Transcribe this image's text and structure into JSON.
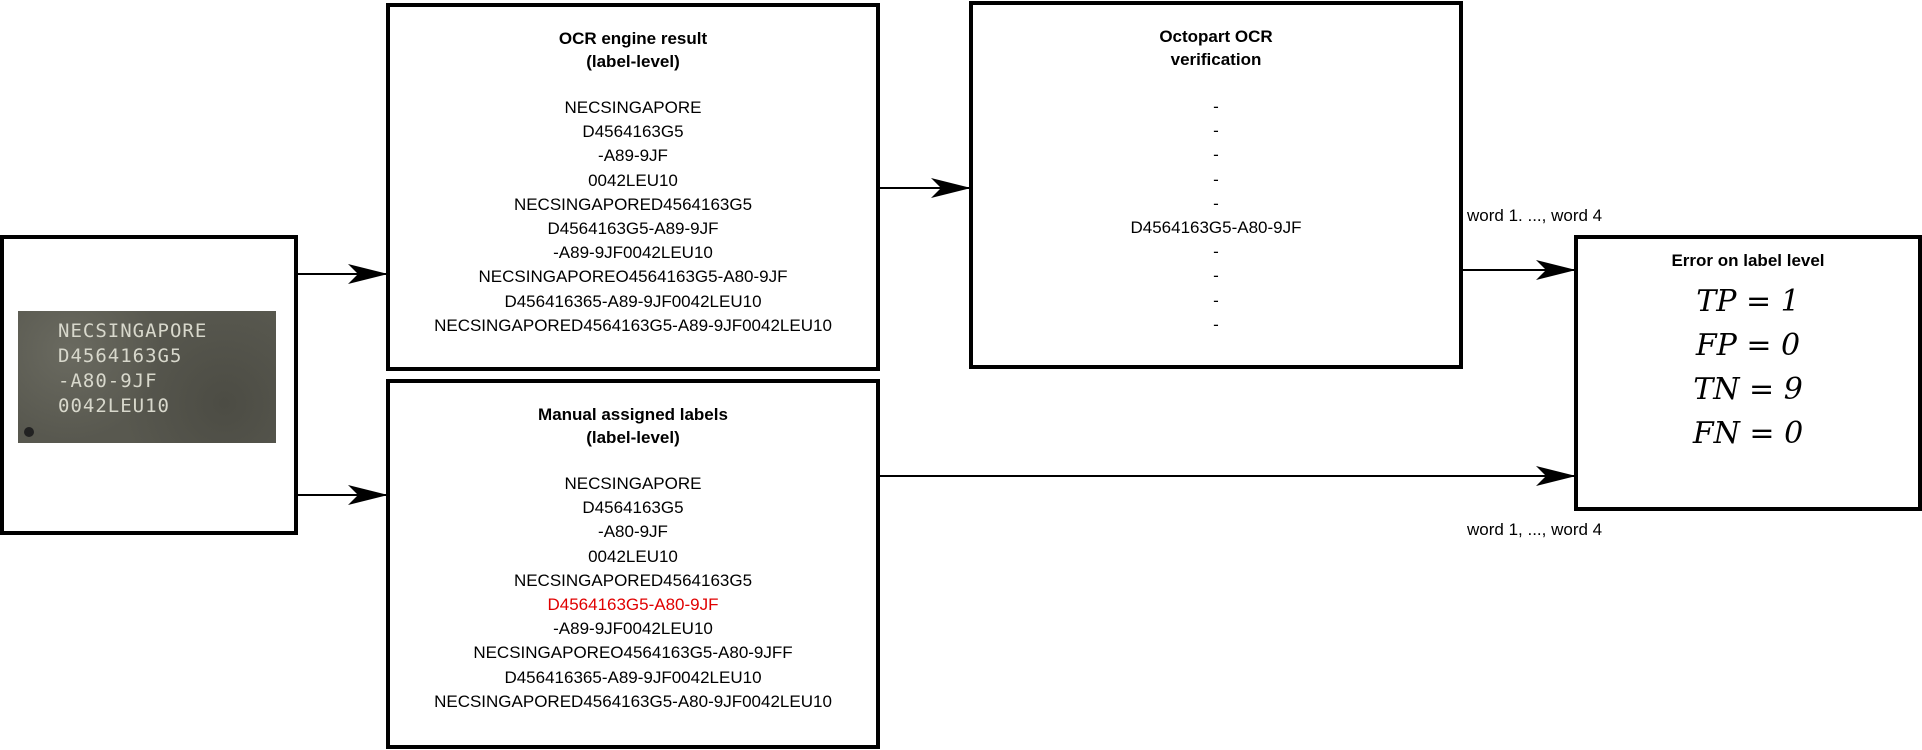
{
  "chip_image": {
    "lines": [
      "NECSINGAPORE",
      "D4564163G5",
      "-A80-9JF",
      "0042LEU10"
    ]
  },
  "ocr_box": {
    "title_line1": "OCR engine result",
    "title_line2": "(label-level)",
    "labels": [
      "NECSINGAPORE",
      "D4564163G5",
      "-A89-9JF",
      "0042LEU10",
      "NECSINGAPORED4564163G5",
      "D4564163G5-A89-9JF",
      "-A89-9JF0042LEU10",
      "NECSINGAPOREO4564163G5-A80-9JF",
      "D456416365-A89-9JF0042LEU10",
      "NECSINGAPORED4564163G5-A89-9JF0042LEU10"
    ]
  },
  "octopart_box": {
    "title_line1": "Octopart OCR",
    "title_line2": "verification",
    "labels": [
      "-",
      "-",
      "-",
      "-",
      "-",
      "D4564163G5-A80-9JF",
      "-",
      "-",
      "-",
      "-"
    ]
  },
  "manual_box": {
    "title_line1": "Manual assigned labels",
    "title_line2": "(label-level)",
    "labels": [
      "NECSINGAPORE",
      "D4564163G5",
      "-A80-9JF",
      "0042LEU10",
      "NECSINGAPORED4564163G5",
      "D4564163G5-A80-9JF",
      "-A89-9JF0042LEU10",
      "NECSINGAPOREO4564163G5-A80-9JFF",
      "D456416365-A89-9JF0042LEU10",
      "NECSINGAPORED4564163G5-A80-9JF0042LEU10"
    ],
    "highlight_index": 5,
    "highlight_color": "#e00000"
  },
  "error_box": {
    "title": "Error on label level",
    "metrics": [
      "TP = 1",
      "FP = 0",
      "TN = 9",
      "FN = 0"
    ]
  },
  "captions": {
    "top": "word 1. ..., word 4",
    "bottom": "word 1, ..., word 4"
  }
}
